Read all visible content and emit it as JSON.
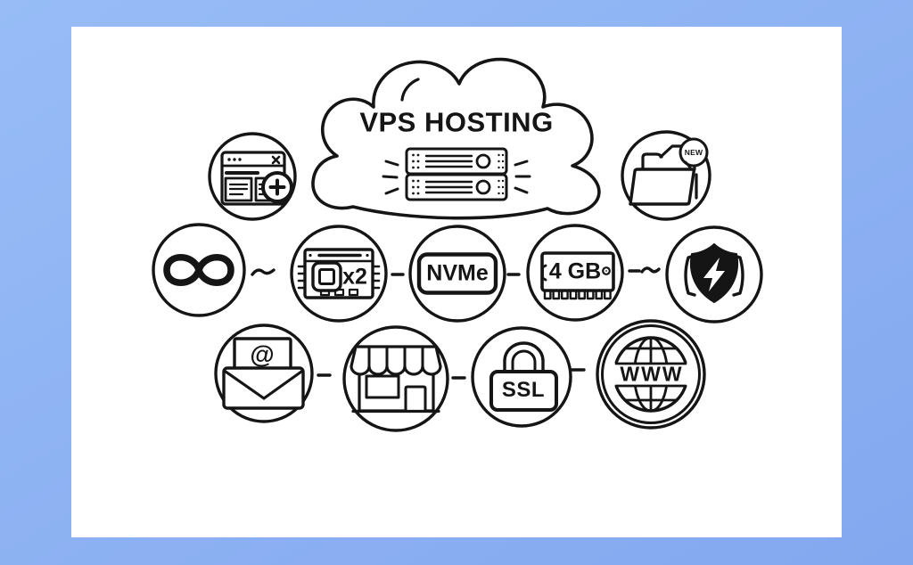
{
  "colors": {
    "outer_gradient_start": "#97bcf6",
    "outer_gradient_end": "#84a8ef",
    "panel": "#ffffff",
    "ink": "#151515"
  },
  "cloud": {
    "title": "VPS HOSTING",
    "icon": "server-rack-icon"
  },
  "nodes": {
    "browser": {
      "icon": "browser-add-icon"
    },
    "folder": {
      "icon": "folder-new-icon",
      "badge": "NEW"
    },
    "unlimited": {
      "icon": "infinity-icon"
    },
    "cpu": {
      "icon": "cpu-chip-icon",
      "label": "x2"
    },
    "storage": {
      "icon": "nvme-badge-icon",
      "label": "NVMe"
    },
    "ram": {
      "icon": "ram-module-icon",
      "label": "4 GB"
    },
    "protection": {
      "icon": "shield-bolt-icon"
    },
    "email": {
      "icon": "envelope-letter-icon",
      "label": "@"
    },
    "shop": {
      "icon": "storefront-icon"
    },
    "ssl": {
      "icon": "padlock-icon",
      "label": "SSL"
    },
    "web": {
      "icon": "globe-icon",
      "label": "WWW"
    }
  },
  "connectors": {
    "row1": [
      "squiggle",
      "dash",
      "dash",
      "dash-squiggle"
    ],
    "row2": [
      "dash",
      "dash",
      "dash"
    ]
  }
}
